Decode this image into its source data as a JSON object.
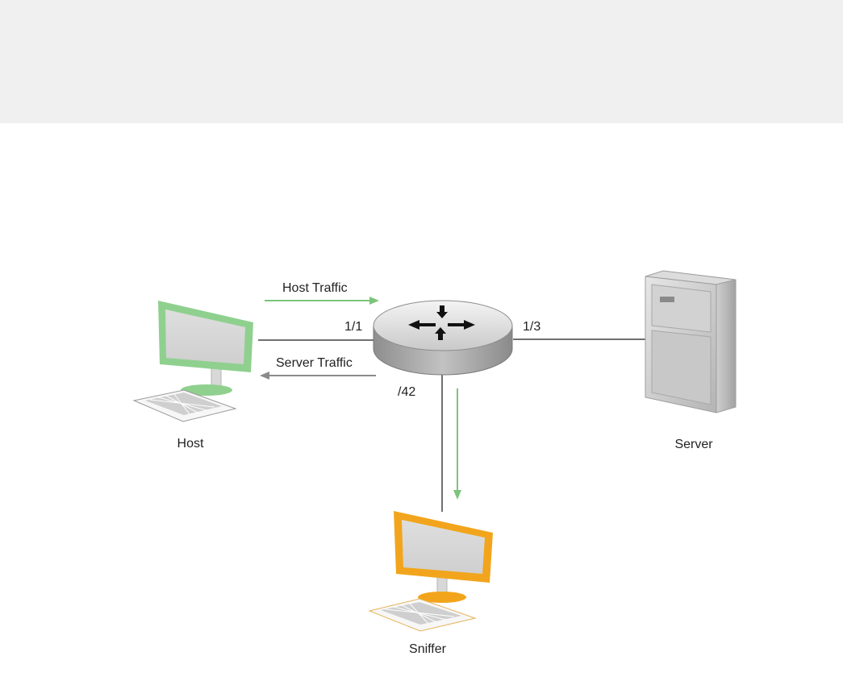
{
  "header": {
    "band_color": "#f0f0f0"
  },
  "diagram": {
    "nodes": {
      "host": {
        "label": "Host",
        "icon": "desktop-computer-icon",
        "accent": "#8fd08f"
      },
      "router": {
        "icon": "router-icon",
        "body_color": "#a9a9a9"
      },
      "server": {
        "label": "Server",
        "icon": "server-tower-icon",
        "body_color": "#c6c6c6"
      },
      "sniffer": {
        "label": "Sniffer",
        "icon": "desktop-computer-icon",
        "accent": "#f2a51c"
      }
    },
    "ports": {
      "host_side": "1/1",
      "server_side": "1/3",
      "sniffer_side": "/42"
    },
    "flows": {
      "host_traffic": {
        "label": "Host Traffic",
        "color": "#7cc47c"
      },
      "server_traffic": {
        "label": "Server Traffic",
        "color": "#8a8a8a"
      },
      "mirror": {
        "color": "#7cc47c"
      }
    },
    "link_color": "#707070"
  }
}
